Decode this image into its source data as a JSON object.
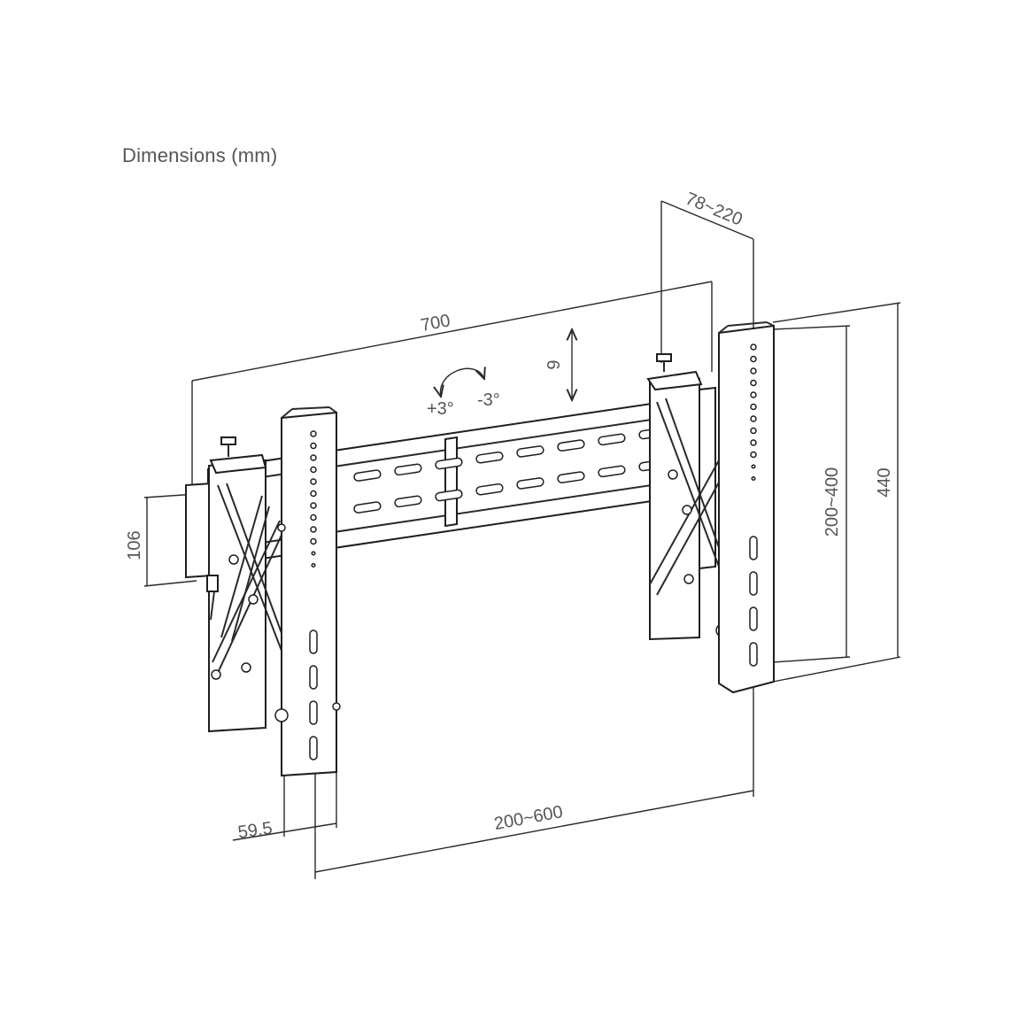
{
  "title": "Dimensions (mm)",
  "dimensions": {
    "width_total": "700",
    "depth_range": "78~220",
    "height_total": "440",
    "vertical_hole_range": "200~400",
    "rail_height": "106",
    "horizontal_hole_range": "200~600",
    "arm_width": "59.5",
    "vertical_adjust": "9",
    "tilt_up": "+3°",
    "tilt_down": "-3°"
  },
  "colors": {
    "line": "#2a2a2a",
    "text": "#555555",
    "background": "#ffffff"
  }
}
